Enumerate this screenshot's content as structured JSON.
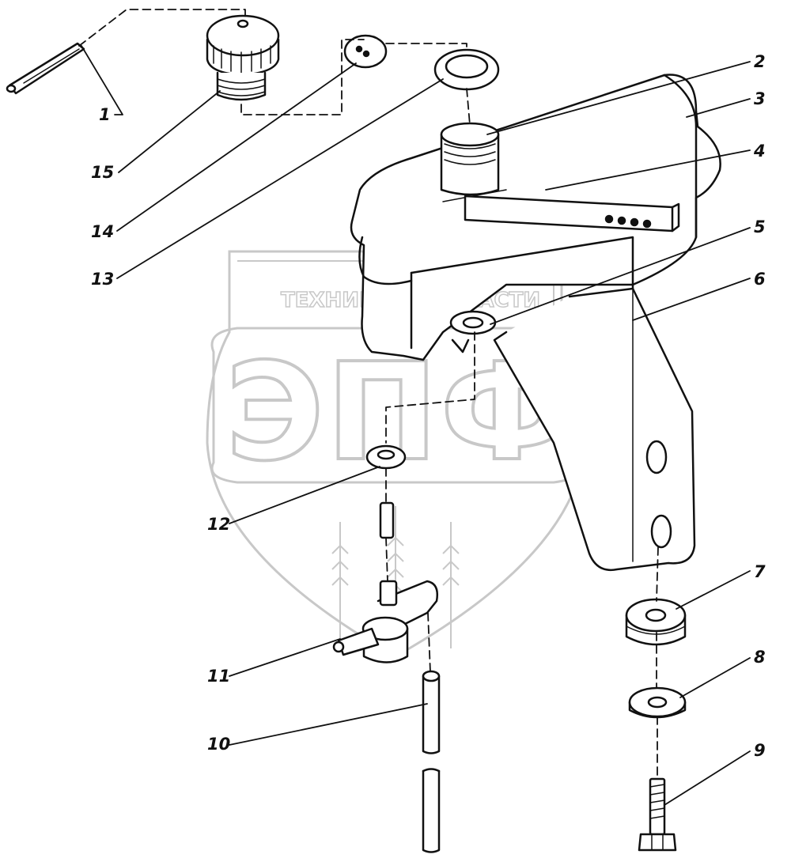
{
  "watermark": {
    "brand_left": "ТЕХНИКА",
    "brand_right": "ЗАПЧАСТИ",
    "monogram": "ЭПФ"
  },
  "callouts": [
    {
      "id": "1",
      "label": "1"
    },
    {
      "id": "2",
      "label": "2"
    },
    {
      "id": "3",
      "label": "3"
    },
    {
      "id": "4",
      "label": "4"
    },
    {
      "id": "5",
      "label": "5"
    },
    {
      "id": "6",
      "label": "6"
    },
    {
      "id": "7",
      "label": "7"
    },
    {
      "id": "8",
      "label": "8"
    },
    {
      "id": "9",
      "label": "9"
    },
    {
      "id": "10",
      "label": "10"
    },
    {
      "id": "11",
      "label": "11"
    },
    {
      "id": "12",
      "label": "12"
    },
    {
      "id": "13",
      "label": "13"
    },
    {
      "id": "14",
      "label": "14"
    },
    {
      "id": "15",
      "label": "15"
    }
  ],
  "colors": {
    "ink": "#111111",
    "watermark": "#c8c8c8"
  }
}
